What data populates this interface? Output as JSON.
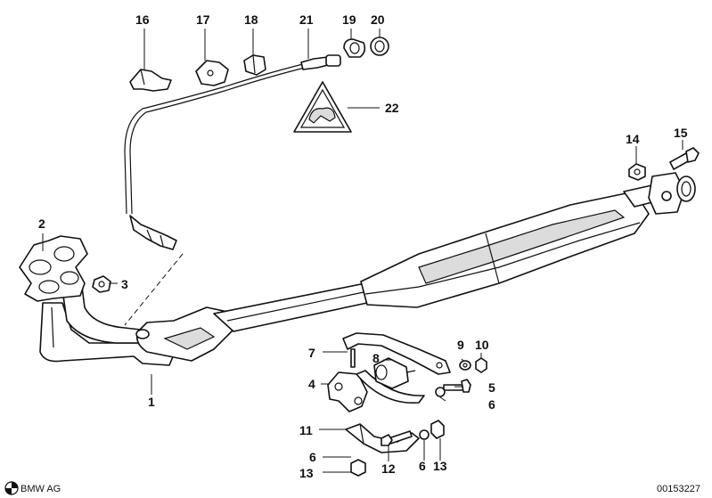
{
  "callouts": [
    "1",
    "2",
    "3",
    "4",
    "5",
    "6",
    "6",
    "6",
    "7",
    "8",
    "9",
    "10",
    "11",
    "12",
    "13",
    "13",
    "14",
    "15",
    "16",
    "17",
    "18",
    "19",
    "20",
    "21",
    "22"
  ],
  "footer": {
    "brand": "BMW AG",
    "diagram_number": "00153227"
  },
  "icons": [
    "bmw-roundel-icon",
    "warning-triangle-icon"
  ]
}
